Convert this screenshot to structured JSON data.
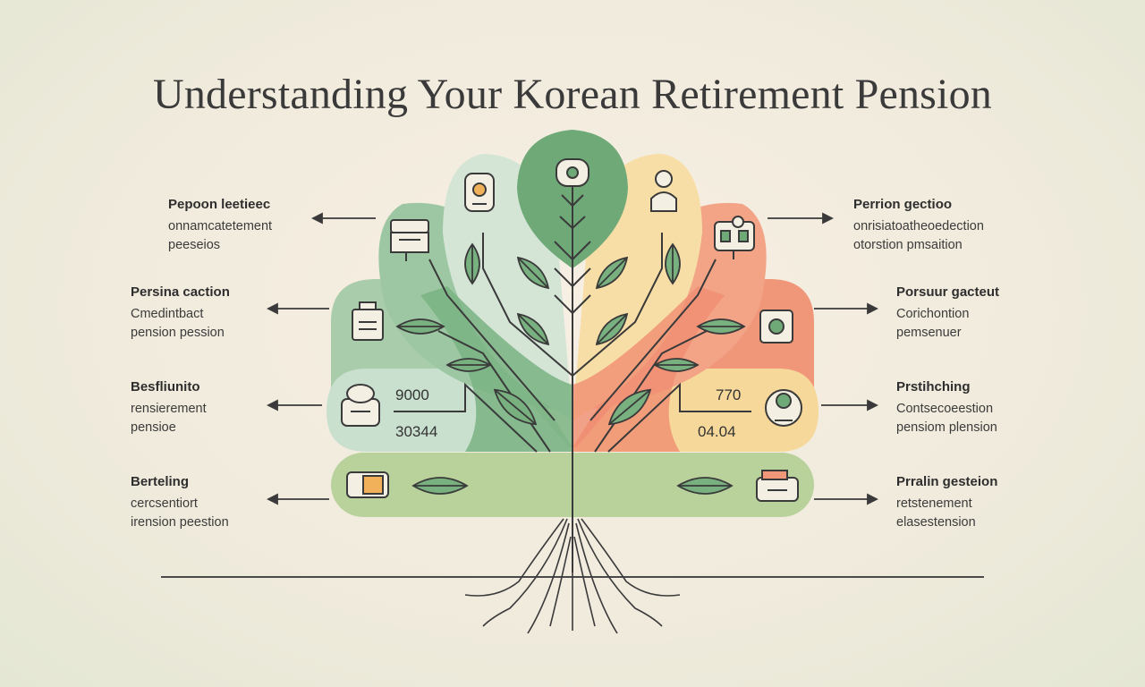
{
  "title": "Understanding Your Korean Retirement Pension",
  "left_labels": [
    {
      "title": "Pepoon leetieec",
      "line1": "onnamcatetement",
      "line2": "peeseios"
    },
    {
      "title": "Persina caction",
      "line1": "Cmedintbact",
      "line2": "pension pession"
    },
    {
      "title": "Besfliunito",
      "line1": "rensierement",
      "line2": "pensioe"
    },
    {
      "title": "Berteling",
      "line1": "cercsentiort",
      "line2": "irension peestion"
    }
  ],
  "right_labels": [
    {
      "title": "Perrion gectioo",
      "line1": "onrisiatoatheoedection",
      "line2": "otorstion pmsaition"
    },
    {
      "title": "Porsuur gacteut",
      "line1": "Corichontion",
      "line2": "pemsenuer"
    },
    {
      "title": "Prstihching",
      "line1": "Contsecoeestion",
      "line2": "pensiom plension"
    },
    {
      "title": "Prralin gesteion",
      "line1": "retstenement",
      "line2": "elasestension"
    }
  ],
  "tree_numbers": {
    "left_top": "9000",
    "left_bottom": "30344",
    "right_top": "770",
    "right_bottom": "04.04"
  },
  "icons": {
    "left": [
      "mailbox-icon",
      "lantern-icon",
      "bowl-icon",
      "wallet-icon"
    ],
    "right": [
      "atm-icon",
      "safe-icon",
      "piggy-bank-icon",
      "wallet-icon"
    ],
    "top": [
      "coin-badge-icon",
      "flower-icon",
      "person-icon"
    ]
  },
  "colors": {
    "sage": "#8fbf94",
    "mint": "#c9e0cf",
    "green_leaf": "#6aa772",
    "peach": "#f0977a",
    "yellow": "#f6d99a",
    "olive": "#b9d19a",
    "line": "#3a3a3a"
  }
}
